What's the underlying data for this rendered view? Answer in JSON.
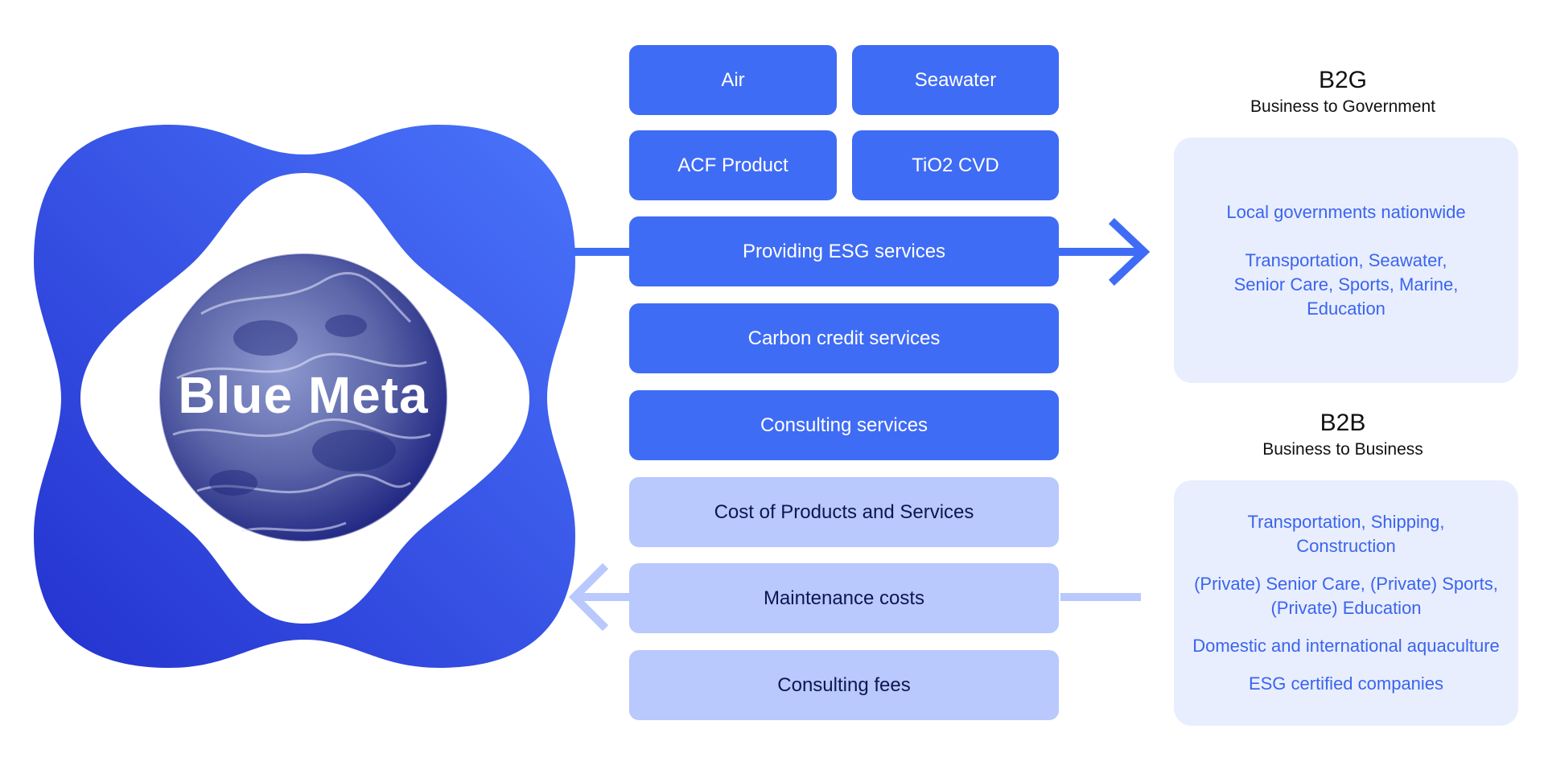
{
  "logo": {
    "brand_text": "Blue Meta"
  },
  "services_top": [
    {
      "label": "Air"
    },
    {
      "label": "Seawater"
    },
    {
      "label": "ACF Product"
    },
    {
      "label": "TiO2 CVD"
    }
  ],
  "services_main": [
    {
      "label": "Providing ESG services"
    },
    {
      "label": "Carbon credit services"
    },
    {
      "label": "Consulting services"
    }
  ],
  "revenue": [
    {
      "label": "Cost of Products and Services"
    },
    {
      "label": "Maintenance costs"
    },
    {
      "label": "Consulting fees"
    }
  ],
  "b2g": {
    "code": "B2G",
    "title": "Business to Government",
    "items": [
      "Local governments nationwide",
      "Transportation, Seawater,\nSenior Care, Sports, Marine,\nEducation"
    ]
  },
  "b2b": {
    "code": "B2B",
    "title": "Business to Business",
    "items": [
      "Transportation, Shipping,\nConstruction",
      "(Private) Senior Care, (Private) Sports,\n(Private) Education",
      "Domestic and international aquaculture",
      "ESG certified companies"
    ]
  },
  "colors": {
    "primary_blue": "#3f6cf5",
    "light_blue": "#b9c8fd",
    "panel_bg": "#e8eefd",
    "panel_text": "#3b64ef"
  }
}
